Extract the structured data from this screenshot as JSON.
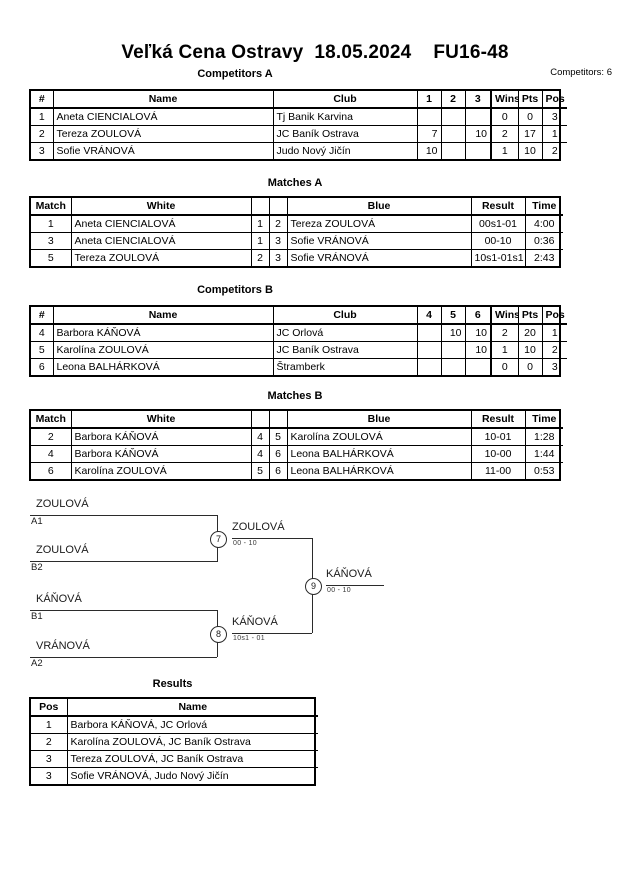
{
  "header": {
    "title": "Veľká Cena Ostravy  18.05.2024    FU16-48",
    "competitors_count": "Competitors: 6"
  },
  "sections": {
    "competitors_a_caption": "Competitors A",
    "matches_a_caption": "Matches A",
    "competitors_b_caption": "Competitors B",
    "matches_b_caption": "Matches B",
    "results_caption": "Results"
  },
  "competitors_a": {
    "headers": {
      "num": "#",
      "name": "Name",
      "club": "Club",
      "s1": "1",
      "s2": "2",
      "s3": "3",
      "wins": "Wins",
      "pts": "Pts",
      "pos": "Pos"
    },
    "rows": [
      {
        "num": "1",
        "name": "Aneta CIENCIALOVÁ",
        "club": "Tj Banik Karvina",
        "s1": "",
        "s2": "",
        "s3": "",
        "wins": "0",
        "pts": "0",
        "pos": "3"
      },
      {
        "num": "2",
        "name": "Tereza ZOULOVÁ",
        "club": "JC Baník Ostrava",
        "s1": "7",
        "s2": "",
        "s3": "10",
        "wins": "2",
        "pts": "17",
        "pos": "1"
      },
      {
        "num": "3",
        "name": "Sofie VRÁNOVÁ",
        "club": "Judo Nový Jičín",
        "s1": "10",
        "s2": "",
        "s3": "",
        "wins": "1",
        "pts": "10",
        "pos": "2"
      }
    ]
  },
  "matches_a": {
    "headers": {
      "match": "Match",
      "white": "White",
      "w_num": "",
      "b_num": "",
      "blue": "Blue",
      "result": "Result",
      "time": "Time"
    },
    "rows": [
      {
        "match": "1",
        "white": "Aneta CIENCIALOVÁ",
        "w_num": "1",
        "b_num": "2",
        "blue": "Tereza ZOULOVÁ",
        "result": "00s1-01",
        "time": "4:00"
      },
      {
        "match": "3",
        "white": "Aneta CIENCIALOVÁ",
        "w_num": "1",
        "b_num": "3",
        "blue": "Sofie VRÁNOVÁ",
        "result": "00-10",
        "time": "0:36"
      },
      {
        "match": "5",
        "white": "Tereza ZOULOVÁ",
        "w_num": "2",
        "b_num": "3",
        "blue": "Sofie VRÁNOVÁ",
        "result": "10s1-01s1",
        "time": "2:43"
      }
    ]
  },
  "competitors_b": {
    "headers": {
      "num": "#",
      "name": "Name",
      "club": "Club",
      "s1": "4",
      "s2": "5",
      "s3": "6",
      "wins": "Wins",
      "pts": "Pts",
      "pos": "Pos"
    },
    "rows": [
      {
        "num": "4",
        "name": "Barbora KÁŇOVÁ",
        "club": "JC Orlová",
        "s1": "",
        "s2": "10",
        "s3": "10",
        "wins": "2",
        "pts": "20",
        "pos": "1"
      },
      {
        "num": "5",
        "name": "Karolína ZOULOVÁ",
        "club": "JC Baník Ostrava",
        "s1": "",
        "s2": "",
        "s3": "10",
        "wins": "1",
        "pts": "10",
        "pos": "2"
      },
      {
        "num": "6",
        "name": "Leona BALHÁRKOVÁ",
        "club": "Štramberk",
        "s1": "",
        "s2": "",
        "s3": "",
        "wins": "0",
        "pts": "0",
        "pos": "3"
      }
    ]
  },
  "matches_b": {
    "headers": {
      "match": "Match",
      "white": "White",
      "w_num": "",
      "b_num": "",
      "blue": "Blue",
      "result": "Result",
      "time": "Time"
    },
    "rows": [
      {
        "match": "2",
        "white": "Barbora KÁŇOVÁ",
        "w_num": "4",
        "b_num": "5",
        "blue": "Karolína ZOULOVÁ",
        "result": "10-01",
        "time": "1:28"
      },
      {
        "match": "4",
        "white": "Barbora KÁŇOVÁ",
        "w_num": "4",
        "b_num": "6",
        "blue": "Leona BALHÁRKOVÁ",
        "result": "10-00",
        "time": "1:44"
      },
      {
        "match": "6",
        "white": "Karolína ZOULOVÁ",
        "w_num": "5",
        "b_num": "6",
        "blue": "Leona BALHÁRKOVÁ",
        "result": "11-00",
        "time": "0:53"
      }
    ]
  },
  "bracket": {
    "entries": [
      {
        "name": "ZOULOVÁ",
        "seed": "A1"
      },
      {
        "name": "ZOULOVÁ",
        "seed": "B2"
      },
      {
        "name": "KÁŇOVÁ",
        "seed": "B1"
      },
      {
        "name": "VRÁNOVÁ",
        "seed": "A2"
      }
    ],
    "nodes": [
      {
        "number": "7",
        "winner": "ZOULOVÁ",
        "score": "00 - 10"
      },
      {
        "number": "8",
        "winner": "KÁŇOVÁ",
        "score": "10s1 - 01"
      },
      {
        "number": "9",
        "winner": "KÁŇOVÁ",
        "score": "00 - 10"
      }
    ]
  },
  "results": {
    "headers": {
      "pos": "Pos",
      "name": "Name"
    },
    "rows": [
      {
        "pos": "1",
        "name": "Barbora KÁŇOVÁ, JC Orlová"
      },
      {
        "pos": "2",
        "name": "Karolína ZOULOVÁ, JC Baník Ostrava"
      },
      {
        "pos": "3",
        "name": "Tereza ZOULOVÁ, JC Baník Ostrava"
      },
      {
        "pos": "3",
        "name": "Sofie VRÁNOVÁ, Judo Nový Jičín"
      }
    ]
  }
}
